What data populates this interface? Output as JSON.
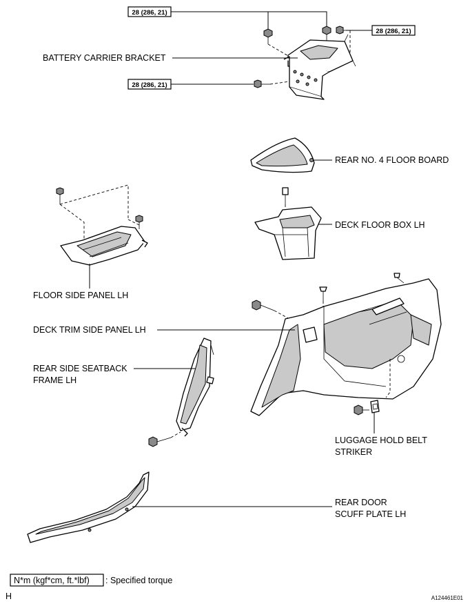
{
  "labels": {
    "battery_carrier_bracket": "BATTERY CARRIER BRACKET",
    "rear_no4_floor_board": "REAR NO. 4 FLOOR BOARD",
    "deck_floor_box_lh": "DECK FLOOR BOX LH",
    "floor_side_panel_lh": "FLOOR SIDE PANEL LH",
    "deck_trim_side_panel_lh": "DECK TRIM SIDE PANEL LH",
    "rear_side_seatback_frame_lh_1": "REAR SIDE SEATBACK",
    "rear_side_seatback_frame_lh_2": "FRAME LH",
    "luggage_hold_belt_striker_1": "LUGGAGE HOLD BELT",
    "luggage_hold_belt_striker_2": "STRIKER",
    "rear_door_scuff_plate_lh_1": "REAR DOOR",
    "rear_door_scuff_plate_lh_2": "SCUFF PLATE LH"
  },
  "torque": {
    "top": "28 (286, 21)",
    "right": "28 (286, 21)",
    "lower": "28 (286, 21)"
  },
  "legend": {
    "unit_box": "N*m (kgf*cm, ft.*lbf)",
    "description": ": Specified torque"
  },
  "footer": {
    "left_mark": "H",
    "code": "A124461E01"
  }
}
